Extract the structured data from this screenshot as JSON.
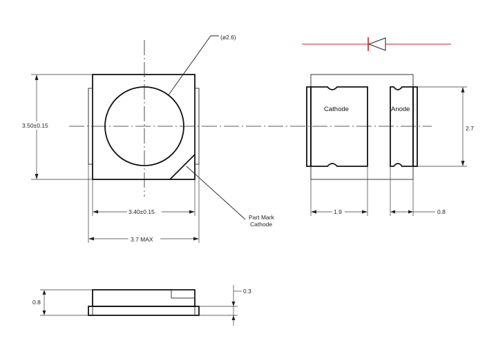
{
  "dimensions": {
    "diameter": "(ø2.6)",
    "body_height": "3.50±0.15",
    "body_width": "3.40±0.15",
    "max_width": "3.7 MAX",
    "pad_height": "2.7",
    "cathode_pad_width": "1.9",
    "anode_pad_width": "0.8",
    "package_height": "0.8",
    "lens_height": "0.3"
  },
  "labels": {
    "cathode": "Cathode",
    "anode": "Anode",
    "part_mark_line1": "Part Mark",
    "part_mark_line2": "Cathode"
  },
  "colors": {
    "diode_symbol": "#cc2222",
    "line": "#111111"
  }
}
